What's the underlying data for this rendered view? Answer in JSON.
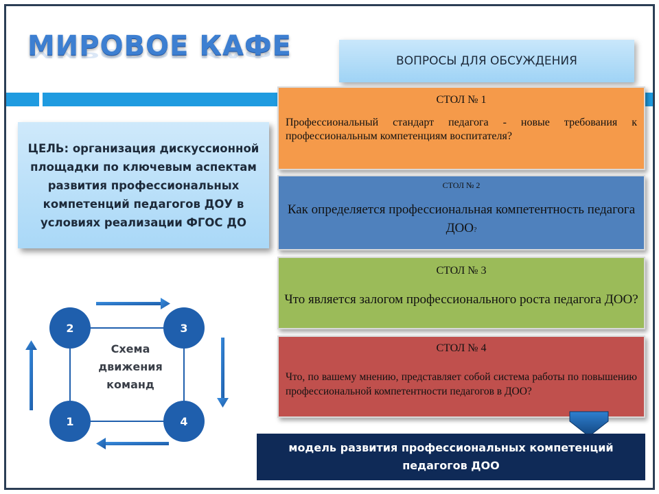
{
  "title": "МИРОВОЕ КАФЕ",
  "questions_header": "ВОПРОСЫ ДЛЯ ОБСУЖДЕНИЯ",
  "goal": "ЦЕЛЬ: организация дискуссионной площадки по ключевым аспектам развития профессиональных компетенций педагогов ДОУ в условиях реализации ФГОС ДО",
  "tables": [
    {
      "label": "СТОЛ № 1",
      "question": "Профессиональный стандарт педагога  - новые требования к профессиональным компетенциям воспитателя?"
    },
    {
      "label": "СТОЛ № 2",
      "question": "Как определяется  профессиональная компетентность педагога ДОО",
      "question_suffix": "?"
    },
    {
      "label": "СТОЛ № 3",
      "question": "Что является залогом профессионального роста педагога ДОО?"
    },
    {
      "label": "СТОЛ № 4",
      "question": "Что, по вашему мнению, представляет собой система работы по повышению профессиональной компетентности педагогов в ДОО?"
    }
  ],
  "scheme": {
    "text": "Схема движения команд",
    "circles": [
      "2",
      "3",
      "1",
      "4"
    ]
  },
  "result": "модель развития профессиональных компетенций педагогов ДОО",
  "colors": {
    "table1": "#f59a4a",
    "table2": "#4f81bd",
    "table3": "#9bbb59",
    "table4": "#c0504d",
    "accent": "#1f9be0",
    "circle": "#1f5fad",
    "result_bg": "#0f2a57"
  }
}
